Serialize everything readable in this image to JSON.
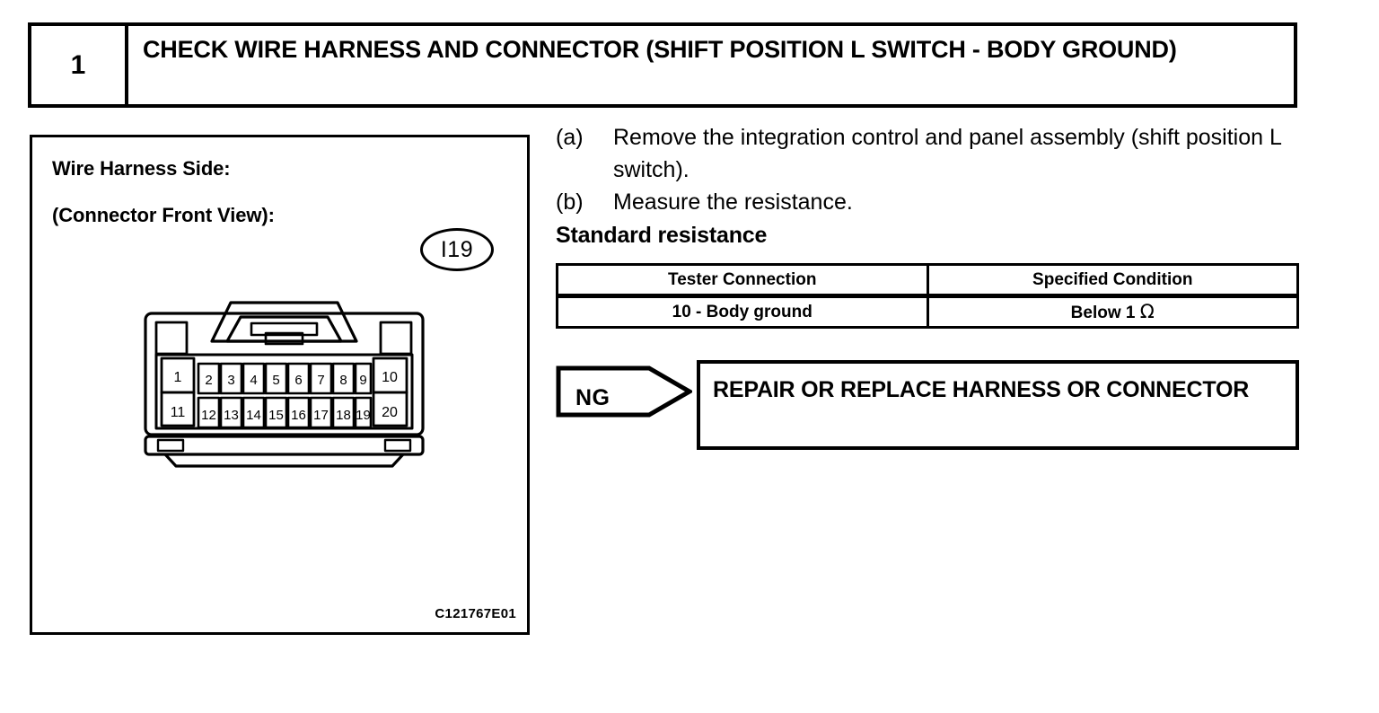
{
  "step": {
    "number": "1",
    "title": "CHECK WIRE HARNESS AND CONNECTOR (SHIFT POSITION L SWITCH - BODY GROUND)"
  },
  "illustration": {
    "label_line1": "Wire Harness Side:",
    "label_line2": "(Connector Front View):",
    "connector_id": "I19",
    "figure_code": "C121767E01",
    "connector": {
      "top_row_pins": [
        "1",
        "2",
        "3",
        "4",
        "5",
        "6",
        "7",
        "8",
        "9",
        "10"
      ],
      "bottom_row_pins": [
        "11",
        "12",
        "13",
        "14",
        "15",
        "16",
        "17",
        "18",
        "19",
        "20"
      ],
      "wide_end_pins": [
        "1",
        "10",
        "11",
        "20"
      ]
    }
  },
  "procedure": {
    "items": [
      {
        "marker": "(a)",
        "text": "Remove the integration control and panel assembly (shift position L switch)."
      },
      {
        "marker": "(b)",
        "text": "Measure the resistance."
      }
    ],
    "standard_heading": "Standard resistance"
  },
  "spec_table": {
    "headers": [
      "Tester Connection",
      "Specified Condition"
    ],
    "rows": [
      {
        "tester_connection": "10 - Body ground",
        "specified_condition": "Below 1 ",
        "unit": "Ω"
      }
    ]
  },
  "result": {
    "judgement": "NG",
    "action": "REPAIR OR REPLACE HARNESS OR CONNECTOR"
  }
}
